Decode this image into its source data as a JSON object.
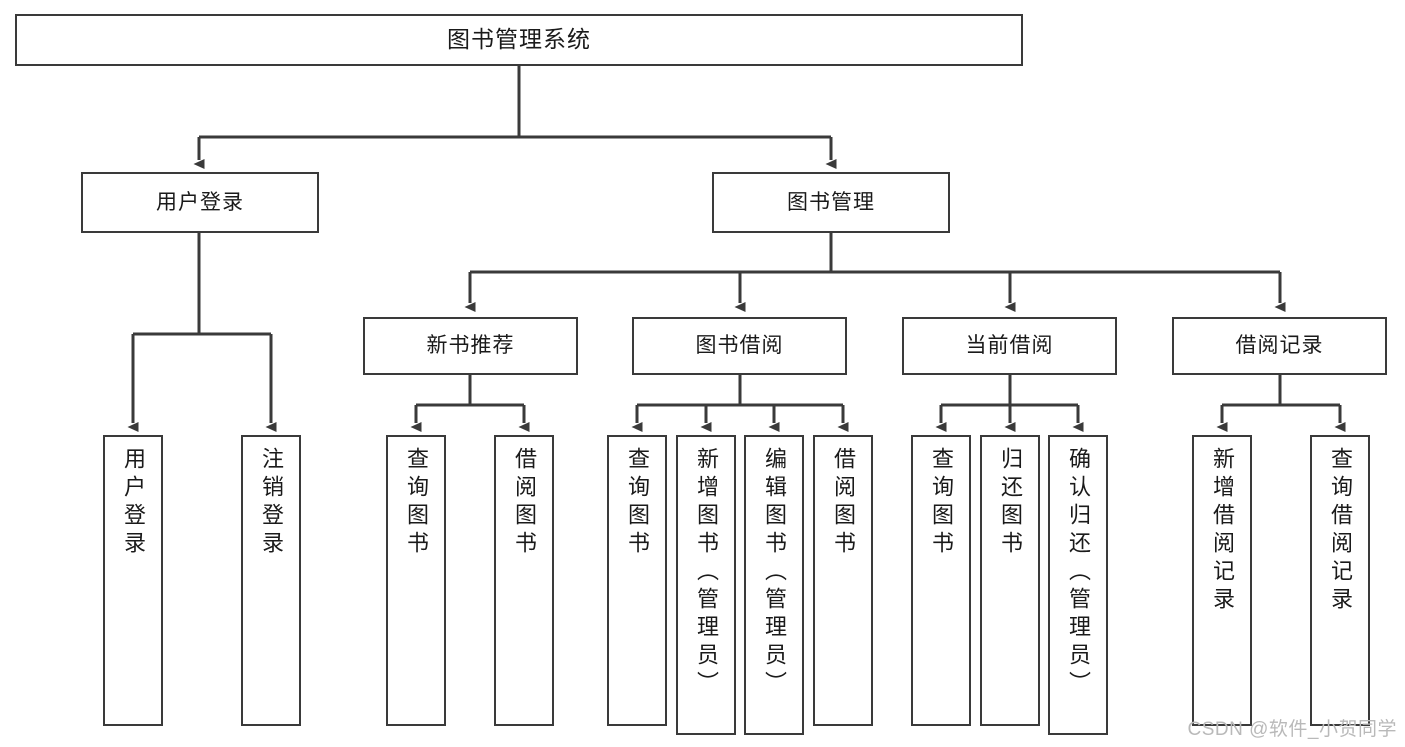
{
  "diagram": {
    "kind": "functional-structure-tree",
    "title": "图书管理系统",
    "watermark": "CSDN @软件_小贺同学",
    "colors": {
      "box_border": "#3a3a3a",
      "box_fill": "#ffffff",
      "connector": "#3a3a3a",
      "text": "#1a1a1a",
      "watermark": "#b9b9b9",
      "background": "#ffffff"
    },
    "nodes": {
      "root": {
        "label": "图书管理系统"
      },
      "level1": [
        {
          "label": "用户登录"
        },
        {
          "label": "图书管理"
        }
      ],
      "level2": [
        {
          "label": "新书推荐"
        },
        {
          "label": "图书借阅"
        },
        {
          "label": "当前借阅"
        },
        {
          "label": "借阅记录"
        }
      ],
      "leaves": {
        "user_login": [
          {
            "label": "用户登录"
          },
          {
            "label": "注销登录"
          }
        ],
        "new_book_recommend": [
          {
            "label": "查询图书"
          },
          {
            "label": "借阅图书"
          }
        ],
        "book_borrow": [
          {
            "label": "查询图书"
          },
          {
            "label": "新增图书（管理员）"
          },
          {
            "label": "编辑图书（管理员）"
          },
          {
            "label": "借阅图书"
          }
        ],
        "current_borrow": [
          {
            "label": "查询图书"
          },
          {
            "label": "归还图书"
          },
          {
            "label": "确认归还（管理员）"
          }
        ],
        "borrow_record": [
          {
            "label": "新增借阅记录"
          },
          {
            "label": "查询借阅记录"
          }
        ]
      }
    }
  }
}
